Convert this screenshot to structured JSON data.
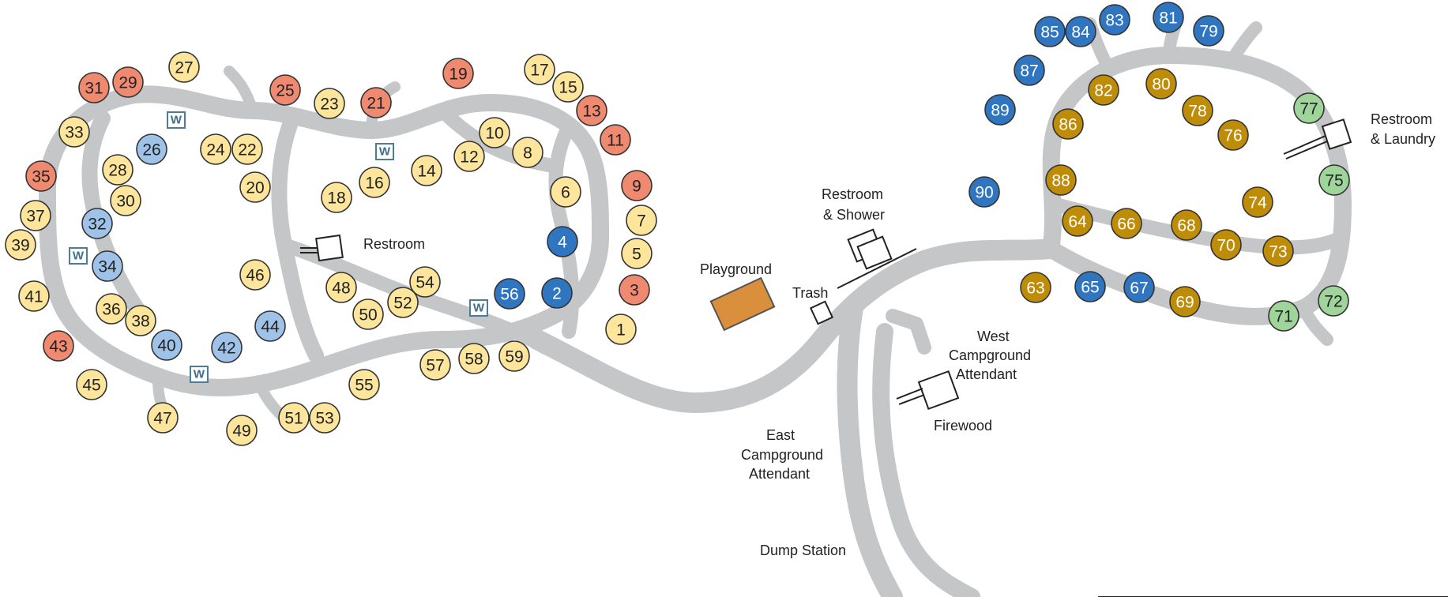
{
  "colors": {
    "yellow": "#fde59c",
    "salmon": "#ef8a70",
    "lightblue": "#9fc2e9",
    "blue": "#2f75bf",
    "gold": "#bf8c08",
    "green": "#9fd49a",
    "road": "#c4c6c8",
    "playground": "#d98f3b"
  },
  "labels": {
    "restroom": "Restroom",
    "restroom_shower_1": "Restroom",
    "restroom_shower_2": "& Shower",
    "playground": "Playground",
    "trash": "Trash",
    "west_1": "West",
    "west_2": "Campground",
    "west_3": "Attendant",
    "east_1": "East",
    "east_2": "Campground",
    "east_3": "Attendant",
    "firewood": "Firewood",
    "dump": "Dump Station",
    "laundry_1": "Restroom",
    "laundry_2": "& Laundry",
    "water": "W"
  },
  "sites": [
    {
      "n": "1",
      "c": "yellow"
    },
    {
      "n": "2",
      "c": "blue"
    },
    {
      "n": "3",
      "c": "salmon"
    },
    {
      "n": "4",
      "c": "blue"
    },
    {
      "n": "5",
      "c": "yellow"
    },
    {
      "n": "6",
      "c": "yellow"
    },
    {
      "n": "7",
      "c": "yellow"
    },
    {
      "n": "8",
      "c": "yellow"
    },
    {
      "n": "9",
      "c": "salmon"
    },
    {
      "n": "10",
      "c": "yellow"
    },
    {
      "n": "11",
      "c": "salmon"
    },
    {
      "n": "12",
      "c": "yellow"
    },
    {
      "n": "13",
      "c": "salmon"
    },
    {
      "n": "14",
      "c": "yellow"
    },
    {
      "n": "15",
      "c": "yellow"
    },
    {
      "n": "16",
      "c": "yellow"
    },
    {
      "n": "17",
      "c": "yellow"
    },
    {
      "n": "18",
      "c": "yellow"
    },
    {
      "n": "19",
      "c": "salmon"
    },
    {
      "n": "20",
      "c": "yellow"
    },
    {
      "n": "21",
      "c": "salmon"
    },
    {
      "n": "22",
      "c": "yellow"
    },
    {
      "n": "23",
      "c": "yellow"
    },
    {
      "n": "24",
      "c": "yellow"
    },
    {
      "n": "25",
      "c": "salmon"
    },
    {
      "n": "26",
      "c": "lightblue"
    },
    {
      "n": "27",
      "c": "yellow"
    },
    {
      "n": "28",
      "c": "yellow"
    },
    {
      "n": "29",
      "c": "salmon"
    },
    {
      "n": "30",
      "c": "yellow"
    },
    {
      "n": "31",
      "c": "salmon"
    },
    {
      "n": "32",
      "c": "lightblue"
    },
    {
      "n": "33",
      "c": "yellow"
    },
    {
      "n": "34",
      "c": "lightblue"
    },
    {
      "n": "35",
      "c": "salmon"
    },
    {
      "n": "36",
      "c": "yellow"
    },
    {
      "n": "37",
      "c": "yellow"
    },
    {
      "n": "38",
      "c": "yellow"
    },
    {
      "n": "39",
      "c": "yellow"
    },
    {
      "n": "40",
      "c": "lightblue"
    },
    {
      "n": "41",
      "c": "yellow"
    },
    {
      "n": "42",
      "c": "lightblue"
    },
    {
      "n": "43",
      "c": "salmon"
    },
    {
      "n": "44",
      "c": "lightblue"
    },
    {
      "n": "45",
      "c": "yellow"
    },
    {
      "n": "46",
      "c": "yellow"
    },
    {
      "n": "47",
      "c": "yellow"
    },
    {
      "n": "48",
      "c": "yellow"
    },
    {
      "n": "49",
      "c": "yellow"
    },
    {
      "n": "50",
      "c": "yellow"
    },
    {
      "n": "51",
      "c": "yellow"
    },
    {
      "n": "52",
      "c": "yellow"
    },
    {
      "n": "53",
      "c": "yellow"
    },
    {
      "n": "54",
      "c": "yellow"
    },
    {
      "n": "55",
      "c": "yellow"
    },
    {
      "n": "56",
      "c": "blue"
    },
    {
      "n": "57",
      "c": "yellow"
    },
    {
      "n": "58",
      "c": "yellow"
    },
    {
      "n": "59",
      "c": "yellow"
    },
    {
      "n": "63",
      "c": "gold"
    },
    {
      "n": "64",
      "c": "gold"
    },
    {
      "n": "65",
      "c": "blue"
    },
    {
      "n": "66",
      "c": "gold"
    },
    {
      "n": "67",
      "c": "blue"
    },
    {
      "n": "68",
      "c": "gold"
    },
    {
      "n": "69",
      "c": "gold"
    },
    {
      "n": "70",
      "c": "gold"
    },
    {
      "n": "71",
      "c": "green"
    },
    {
      "n": "72",
      "c": "green"
    },
    {
      "n": "73",
      "c": "gold"
    },
    {
      "n": "74",
      "c": "gold"
    },
    {
      "n": "75",
      "c": "green"
    },
    {
      "n": "76",
      "c": "gold"
    },
    {
      "n": "77",
      "c": "green"
    },
    {
      "n": "78",
      "c": "gold"
    },
    {
      "n": "79",
      "c": "blue"
    },
    {
      "n": "80",
      "c": "gold"
    },
    {
      "n": "81",
      "c": "blue"
    },
    {
      "n": "82",
      "c": "gold"
    },
    {
      "n": "83",
      "c": "blue"
    },
    {
      "n": "84",
      "c": "blue"
    },
    {
      "n": "85",
      "c": "blue"
    },
    {
      "n": "86",
      "c": "gold"
    },
    {
      "n": "87",
      "c": "blue"
    },
    {
      "n": "88",
      "c": "gold"
    },
    {
      "n": "89",
      "c": "blue"
    },
    {
      "n": "90",
      "c": "blue"
    }
  ]
}
